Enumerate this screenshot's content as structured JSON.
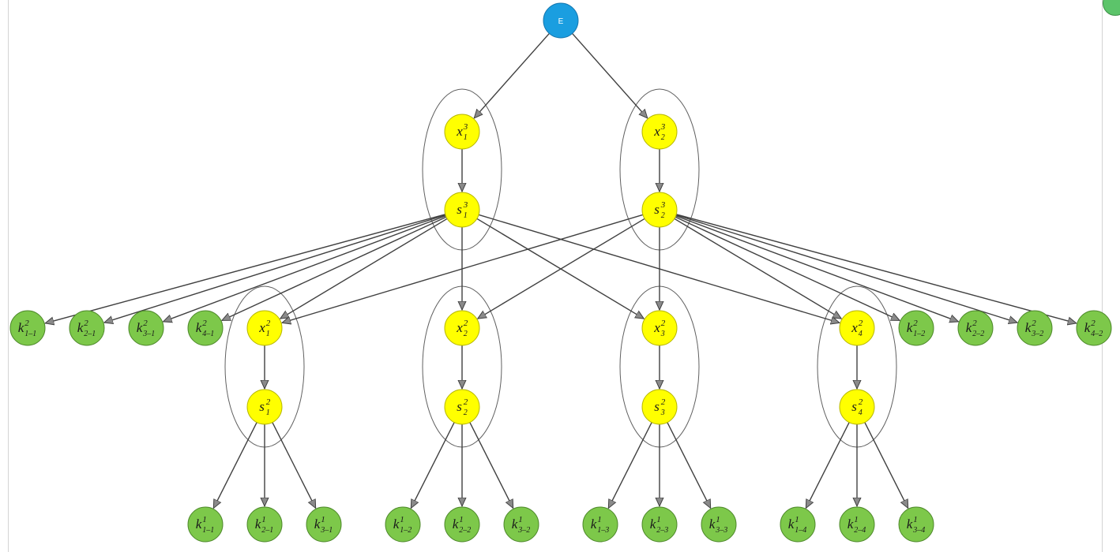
{
  "colors": {
    "root": "#1a9ee0",
    "mid": "#ffff00",
    "leaf": "#7dc84a",
    "edge": "#404040",
    "group": "#606060"
  },
  "nodes": {
    "E": {
      "label": "E"
    },
    "x1_3": {
      "base": "x",
      "sup": "3",
      "sub": "1"
    },
    "s1_3": {
      "base": "s",
      "sup": "3",
      "sub": "1"
    },
    "x2_3": {
      "base": "x",
      "sup": "3",
      "sub": "2"
    },
    "s2_3": {
      "base": "s",
      "sup": "3",
      "sub": "2"
    },
    "x1_2": {
      "base": "x",
      "sup": "2",
      "sub": "1"
    },
    "s1_2": {
      "base": "s",
      "sup": "2",
      "sub": "1"
    },
    "x2_2": {
      "base": "x",
      "sup": "2",
      "sub": "2"
    },
    "s2_2": {
      "base": "s",
      "sup": "2",
      "sub": "2"
    },
    "x3_2": {
      "base": "x",
      "sup": "2",
      "sub": "3"
    },
    "s3_2": {
      "base": "s",
      "sup": "2",
      "sub": "3"
    },
    "x4_2": {
      "base": "x",
      "sup": "2",
      "sub": "4"
    },
    "s4_2": {
      "base": "s",
      "sup": "2",
      "sub": "4"
    },
    "k2_1_1": {
      "base": "k",
      "sup": "2",
      "sub": "1–1"
    },
    "k2_2_1": {
      "base": "k",
      "sup": "2",
      "sub": "2–1"
    },
    "k2_3_1": {
      "base": "k",
      "sup": "2",
      "sub": "3–1"
    },
    "k2_4_1": {
      "base": "k",
      "sup": "2",
      "sub": "4–1"
    },
    "k2_1_2": {
      "base": "k",
      "sup": "2",
      "sub": "1–2"
    },
    "k2_2_2": {
      "base": "k",
      "sup": "2",
      "sub": "2–2"
    },
    "k2_3_2": {
      "base": "k",
      "sup": "2",
      "sub": "3–2"
    },
    "k2_4_2": {
      "base": "k",
      "sup": "2",
      "sub": "4–2"
    },
    "k1_1_1": {
      "base": "k",
      "sup": "1",
      "sub": "1–1"
    },
    "k1_2_1": {
      "base": "k",
      "sup": "1",
      "sub": "2–1"
    },
    "k1_3_1": {
      "base": "k",
      "sup": "1",
      "sub": "3–1"
    },
    "k1_1_2": {
      "base": "k",
      "sup": "1",
      "sub": "1–2"
    },
    "k1_2_2": {
      "base": "k",
      "sup": "1",
      "sub": "2–2"
    },
    "k1_3_2": {
      "base": "k",
      "sup": "1",
      "sub": "3–2"
    },
    "k1_1_3": {
      "base": "k",
      "sup": "1",
      "sub": "1–3"
    },
    "k1_2_3": {
      "base": "k",
      "sup": "1",
      "sub": "2–3"
    },
    "k1_3_3": {
      "base": "k",
      "sup": "1",
      "sub": "3–3"
    },
    "k1_1_4": {
      "base": "k",
      "sup": "1",
      "sub": "1–4"
    },
    "k1_2_4": {
      "base": "k",
      "sup": "1",
      "sub": "2–4"
    },
    "k1_3_4": {
      "base": "k",
      "sup": "1",
      "sub": "3–4"
    }
  },
  "edges": [
    [
      "E",
      "x1_3"
    ],
    [
      "E",
      "x2_3"
    ],
    [
      "x1_3",
      "s1_3"
    ],
    [
      "x2_3",
      "s2_3"
    ],
    [
      "s1_3",
      "k2_1_1"
    ],
    [
      "s1_3",
      "k2_2_1"
    ],
    [
      "s1_3",
      "k2_3_1"
    ],
    [
      "s1_3",
      "k2_4_1"
    ],
    [
      "s1_3",
      "x1_2"
    ],
    [
      "s1_3",
      "x2_2"
    ],
    [
      "s1_3",
      "x3_2"
    ],
    [
      "s1_3",
      "x4_2"
    ],
    [
      "s2_3",
      "x1_2"
    ],
    [
      "s2_3",
      "x2_2"
    ],
    [
      "s2_3",
      "x3_2"
    ],
    [
      "s2_3",
      "x4_2"
    ],
    [
      "s2_3",
      "k2_1_2"
    ],
    [
      "s2_3",
      "k2_2_2"
    ],
    [
      "s2_3",
      "k2_3_2"
    ],
    [
      "s2_3",
      "k2_4_2"
    ],
    [
      "x1_2",
      "s1_2"
    ],
    [
      "x2_2",
      "s2_2"
    ],
    [
      "x3_2",
      "s3_2"
    ],
    [
      "x4_2",
      "s4_2"
    ],
    [
      "s1_2",
      "k1_1_1"
    ],
    [
      "s1_2",
      "k1_2_1"
    ],
    [
      "s1_2",
      "k1_3_1"
    ],
    [
      "s2_2",
      "k1_1_2"
    ],
    [
      "s2_2",
      "k1_2_2"
    ],
    [
      "s2_2",
      "k1_3_2"
    ],
    [
      "s3_2",
      "k1_1_3"
    ],
    [
      "s3_2",
      "k1_2_3"
    ],
    [
      "s3_2",
      "k1_3_3"
    ],
    [
      "s4_2",
      "k1_1_4"
    ],
    [
      "s4_2",
      "k1_2_4"
    ],
    [
      "s4_2",
      "k1_3_4"
    ]
  ]
}
